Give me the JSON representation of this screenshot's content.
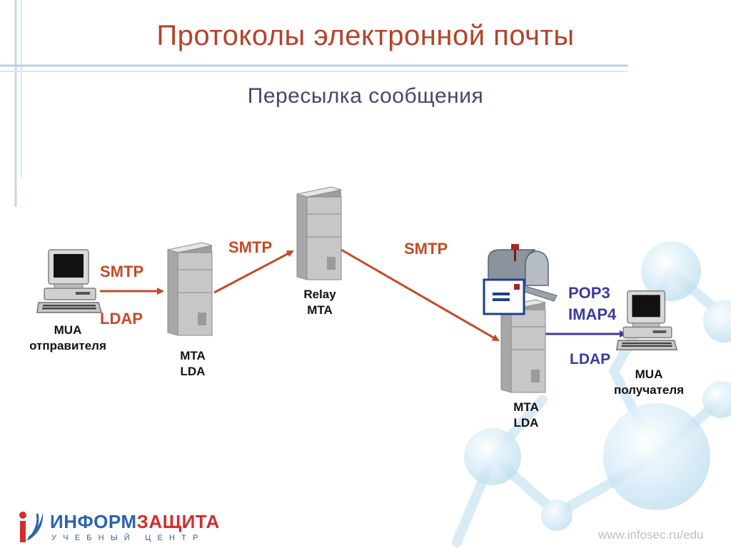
{
  "slide": {
    "title": "Протоколы электронной почты",
    "subtitle": "Пересылка сообщения"
  },
  "diagram": {
    "nodes": {
      "sender": {
        "line1": "MUA",
        "line2": "отправителя",
        "icon": "computer-icon"
      },
      "mta_left": {
        "line1": "MTA",
        "line2": "LDA",
        "icon": "server-icon"
      },
      "relay": {
        "line1": "Relay",
        "line2": "MTA",
        "icon": "server-icon"
      },
      "mta_right": {
        "line1": "MTA",
        "line2": "LDA",
        "icon": "server-icon"
      },
      "mailbox": {
        "icon": "mailbox-icon"
      },
      "receiver": {
        "line1": "MUA",
        "line2": "получателя",
        "icon": "computer-icon"
      }
    },
    "protocols": {
      "smtp_1": "SMTP",
      "ldap_1": "LDAP",
      "smtp_2": "SMTP",
      "smtp_3": "SMTP",
      "pop3": "POP3",
      "imap4": "IMAP4",
      "ldap_2": "LDAP"
    },
    "colors": {
      "arrow_smtp": "#c44a25",
      "arrow_retrieve": "#3c3a9e",
      "title": "#b5432a",
      "subtitle": "#44476e"
    }
  },
  "footer": {
    "logo_part1": "ИНФОРМ",
    "logo_part2": "ЗАЩИТА",
    "logo_tagline": "УЧЕБНЫЙ ЦЕНТР",
    "url": "www.infosec.ru/edu"
  }
}
